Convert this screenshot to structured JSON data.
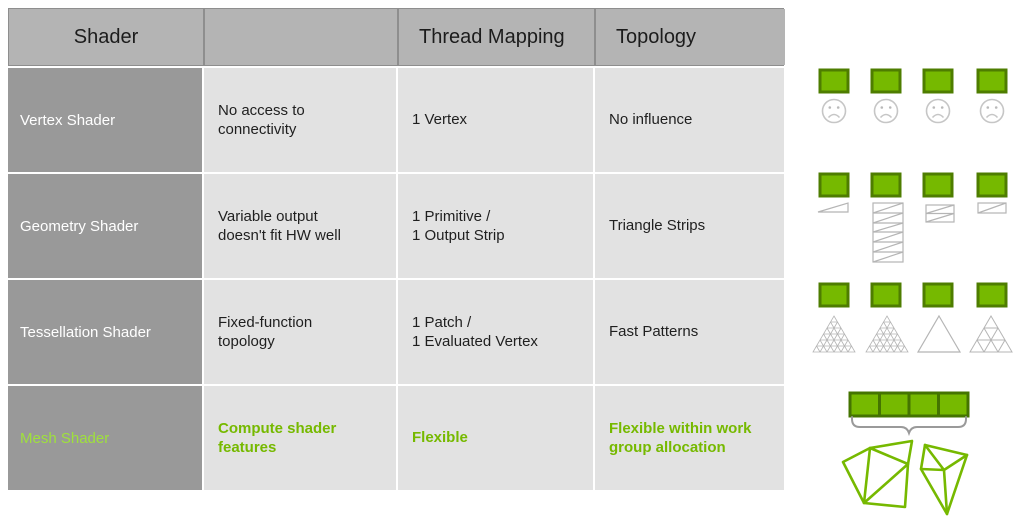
{
  "table": {
    "headers": [
      "Shader",
      "",
      "Thread Mapping",
      "Topology"
    ],
    "rows": [
      {
        "name": "Vertex Shader",
        "desc": "No access to\nconnectivity",
        "mapping": "1 Vertex",
        "topology": "No influence",
        "highlight": false
      },
      {
        "name": "Geometry Shader",
        "desc": "Variable output\ndoesn't fit HW well",
        "mapping": "1 Primitive /\n1 Output Strip",
        "topology": "Triangle Strips",
        "highlight": false
      },
      {
        "name": "Tessellation Shader",
        "desc": "Fixed-function\ntopology",
        "mapping": "1 Patch /\n1 Evaluated Vertex",
        "topology": "Fast Patterns",
        "highlight": false
      },
      {
        "name": "Mesh Shader",
        "desc": "Compute shader\nfeatures",
        "mapping": "Flexible",
        "topology": "Flexible within work\ngroup allocation",
        "highlight": true
      }
    ]
  },
  "graphics": {
    "rows": [
      {
        "blocks": 4,
        "block_icon": "thread-block-icon",
        "detail_icon": "sad-face-icon"
      },
      {
        "blocks": 4,
        "block_icon": "thread-block-icon",
        "detail_icon": "triangle-strip-icon"
      },
      {
        "blocks": 4,
        "block_icon": "thread-block-icon",
        "detail_icon": "tessellated-triangle-icon"
      },
      {
        "blocks": 1,
        "block_icon": "workgroup-bar-icon",
        "detail_icon": "meshlet-icon",
        "meshlets": 2
      }
    ]
  },
  "colors": {
    "nvidia_green": "#76b900",
    "green_border": "#4e7d00",
    "light_green_text": "#9fe13c",
    "header_bg": "#b4b4b4",
    "row_header_bg": "#999999",
    "cell_bg": "#e2e2e2",
    "icon_gray": "#bdbdbd"
  }
}
